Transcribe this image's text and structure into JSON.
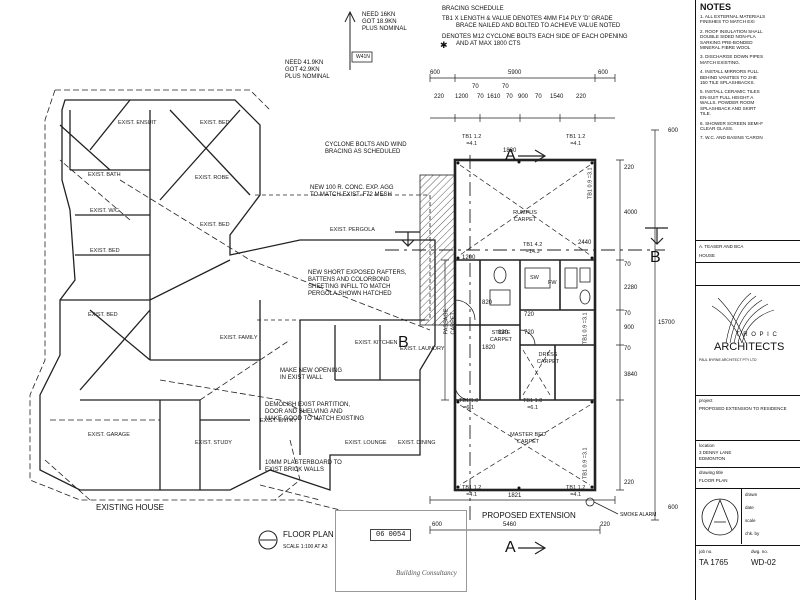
{
  "loads": {
    "top": [
      "NEED 16KN",
      "GOT 18.9KN",
      "PLUS NOMINAL"
    ],
    "tag": "W41N",
    "left": [
      "NEED 41.9KN",
      "GOT 42.9KN",
      "PLUS NOMINAL"
    ]
  },
  "bracing": {
    "title": "BRACING SCHEDULE",
    "line1": "TB1 x LENGTH & VALUE DENOTES 4MM F14 PLY 'D' GRADE",
    "line2": "BRACE NAILED AND BOLTED TO ACHIEVE VALUE NOTED",
    "line3": "DENOTES M12 CYCLONE BOLTS EACH SIDE OF EACH OPENING",
    "line4": "AND AT MAX 1800 CTS"
  },
  "dims": {
    "top_overall": "5900",
    "top_left": "600",
    "top_right": "600",
    "top_chain": [
      "220",
      "1200",
      "70",
      "1610",
      "70",
      "900",
      "70",
      "1540",
      "220"
    ],
    "top_70s": [
      "70",
      "70"
    ],
    "rumpus_w": "1830",
    "right_chain": [
      "220",
      "4000",
      "70",
      "2280",
      "70",
      "900",
      "70",
      "3840",
      "220"
    ],
    "right_overall": "15700",
    "right_top": "600",
    "right_bottom": "600",
    "left_chain": [
      "1200",
      "820",
      "1820"
    ],
    "bottom_overall": "5460",
    "bottom_left": "600",
    "bottom_right": "220",
    "inner": [
      "720",
      "720",
      "820",
      "2440",
      "1821"
    ]
  },
  "bracing_tags": [
    {
      "id": "TB1 1.2",
      "v": "=4.1"
    },
    {
      "id": "TB1 1.2",
      "v": "=4.1"
    },
    {
      "id": "TB1 4.2",
      "v": "=14.3"
    },
    {
      "id": "TB1 1.8",
      "v": "=6.1"
    },
    {
      "id": "TB1 1.8",
      "v": "=6.1"
    },
    {
      "id": "TB1 1.2",
      "v": "=4.1"
    },
    {
      "id": "TB1 1.2",
      "v": "=4.1"
    },
    {
      "id": "TB1 0.9",
      "v": "=3.1"
    },
    {
      "id": "TB1 0.9",
      "v": "=3.1"
    },
    {
      "id": "TB1 0.9",
      "v": "=3.1"
    }
  ],
  "rooms_existing": [
    "EXIST. ENSUIT",
    "EXIST. BED",
    "EXIST. BATH",
    "EXIST. ROBE",
    "EXIST. W/C",
    "EXIST. BED",
    "EXIST. BED",
    "EXIST. PERGOLA",
    "EXIST. BED",
    "EXIST. FAMILY",
    "EXIST. KITCHEN",
    "EXIST. LAUNDRY",
    "EXIST. GARAGE",
    "EXIST. STUDY",
    "EXIST. ENTRY",
    "EXIST. LOUNGE",
    "EXIST. DINING"
  ],
  "rooms_new": [
    "RUMPUS CARPET",
    "STORE CARPET",
    "DRESS CARPET",
    "MASTER BED CARPET",
    "PASSAGE CARPET"
  ],
  "callouts": {
    "cyclone": [
      "CYCLONE BOLTS AND WIND",
      "BRACING AS SCHEDULED"
    ],
    "slab": [
      "NEW 100 R. CONC. EXP. AGG",
      "TO MATCH EXIST. F72 MESH"
    ],
    "rafters": [
      "NEW SHORT EXPOSED RAFTERS,",
      "BATTENS AND COLORBOND",
      "SHEETING INFILL TO MATCH",
      "PERGOLA SHOWN HATCHED"
    ],
    "opening": [
      "MAKE NEW OPENING",
      "IN EXIST WALL"
    ],
    "demolish": [
      "DEMOLISH EXIST PARTITION,",
      "DOOR AND SHELVING AND",
      "MAKE GOOD TO MATCH EXISTING"
    ],
    "plaster": [
      "10MM PLASTERBOARD TO",
      "EXIST BRICK WALLS"
    ],
    "smoke": "SMOKE ALARM",
    "sw": "SW",
    "fw": "FW"
  },
  "labels": {
    "existing_house": "EXISTING HOUSE",
    "proposed_extension": "PROPOSED EXTENSION",
    "floor_plan": "FLOOR PLAN",
    "scale": "SCALE 1:100 AT A3",
    "stamp_no": "06 0054",
    "stamp_text": "Building Consultancy"
  },
  "sections": {
    "A": "A",
    "B": "B"
  },
  "titleblock": {
    "notes_title": "NOTES",
    "notes": [
      [
        "1. ALL EXTERNAL MATERIALS",
        "FINISHES TO MATCH EXI"
      ],
      [
        "2. ROOF INSULATION SHALL",
        "DOUBLE SIDED NON-FLA",
        "SARKING PRE-BONDED",
        "MINERAL FIBRE WOOL"
      ],
      [
        "3. DISCHARGE DOWN PIPES",
        "MATCH EXISTING."
      ],
      [
        "4. INSTALL MIRRORS FULL",
        "BEHIND VANITIES TO 2HE",
        "150 TILE SPLASHBACKS."
      ],
      [
        "5. INSTALL CERAMIC TILES",
        "EN-SUIT FULL HEIGHT A",
        "WALLS. POWDER ROOM",
        "SPLASHBACK AND SKIRT",
        "TILE."
      ],
      [
        "6. SHOWER SCREEN SEMI-F",
        "CLEAR GLASS."
      ],
      [
        "7. W.C. AND BASINS 'CARON"
      ]
    ],
    "client": "A. TEASER AND BCA",
    "client2": "house",
    "firm_sub": "T R O P I C",
    "firm": "ARCHITECTS",
    "firm_addr": "PAUL BYRNE ARCHITECT PTY LTD",
    "project_label": "project",
    "project": "PROPOSED EXTENSION TO RESIDENCE",
    "location_label": "location",
    "location": [
      "3 DENNY LANE",
      "EDMONTON"
    ],
    "title_label": "drawing title",
    "title": "FLOOR PLAN",
    "fields": [
      "drawn",
      "date",
      "scale",
      "chk. by"
    ],
    "job_label": "job no.",
    "job": "TA  1765",
    "dwg_label": "dwg. no.",
    "dwg": "WD-02"
  }
}
